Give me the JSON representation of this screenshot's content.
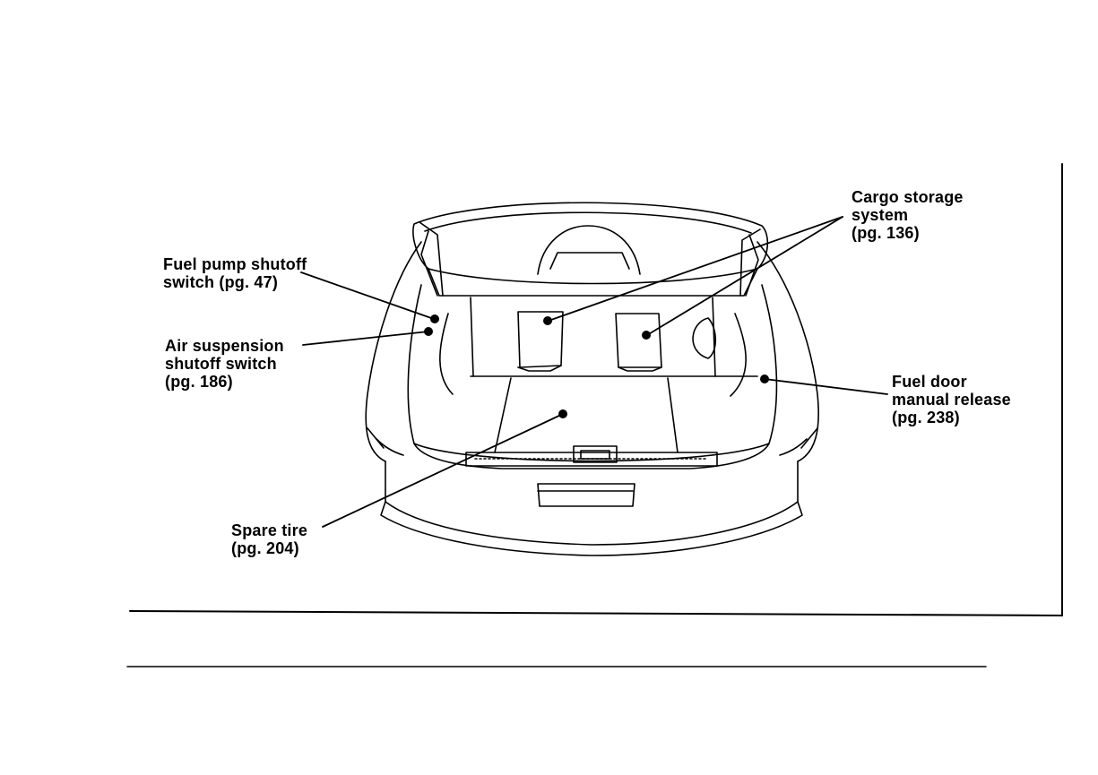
{
  "callouts": {
    "fuel_pump": {
      "line1": "Fuel pump shutoff",
      "line2": "switch (pg. 47)"
    },
    "air_suspension": {
      "line1": "Air suspension",
      "line2": "shutoff switch",
      "line3": "(pg. 186)"
    },
    "spare_tire": {
      "line1": "Spare tire",
      "line2": "(pg. 204)"
    },
    "cargo_storage": {
      "line1": "Cargo storage",
      "line2": "system",
      "line3": "(pg. 136)"
    },
    "fuel_door": {
      "line1": "Fuel door",
      "line2": "manual release",
      "line3": "(pg. 238)"
    }
  },
  "colors": {
    "ink": "#000000",
    "paper": "#ffffff"
  }
}
